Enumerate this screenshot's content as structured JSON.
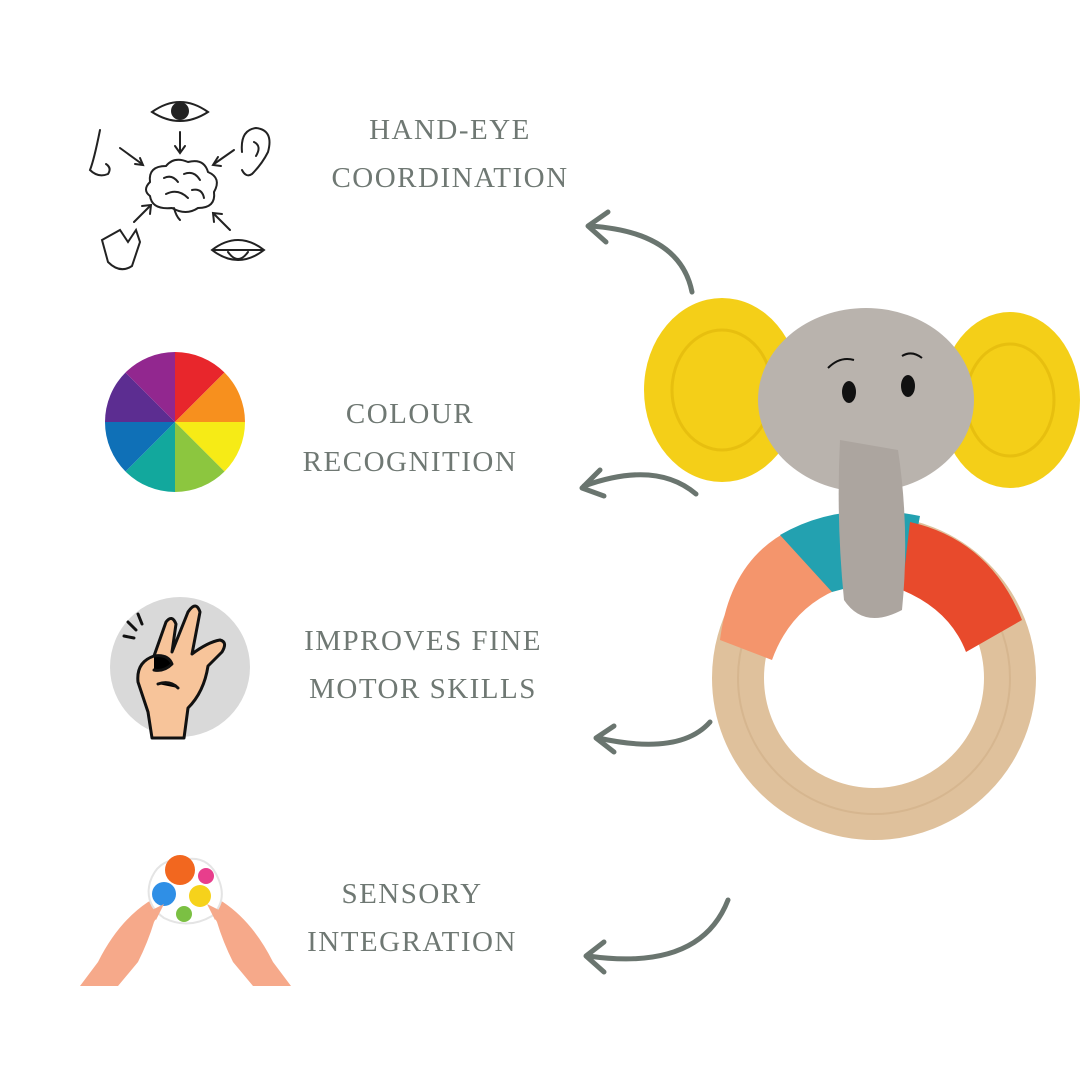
{
  "benefits": [
    {
      "line1": "HAND-EYE",
      "line2": "COORDINATION",
      "icon": "senses-brain-icon"
    },
    {
      "line1": "COLOUR",
      "line2": "RECOGNITION",
      "icon": "color-wheel-icon"
    },
    {
      "line1": "IMPROVES FINE",
      "line2": "MOTOR SKILLS",
      "icon": "hand-gesture-icon"
    },
    {
      "line1": "SENSORY",
      "line2": "INTEGRATION",
      "icon": "pop-fidget-toy-icon"
    }
  ],
  "colors": {
    "text": "#6f7873",
    "arrow": "#6a756f",
    "ear": "#f4cf18",
    "head": "#b9b3ad",
    "ring_wood": "#e2c4a0"
  }
}
